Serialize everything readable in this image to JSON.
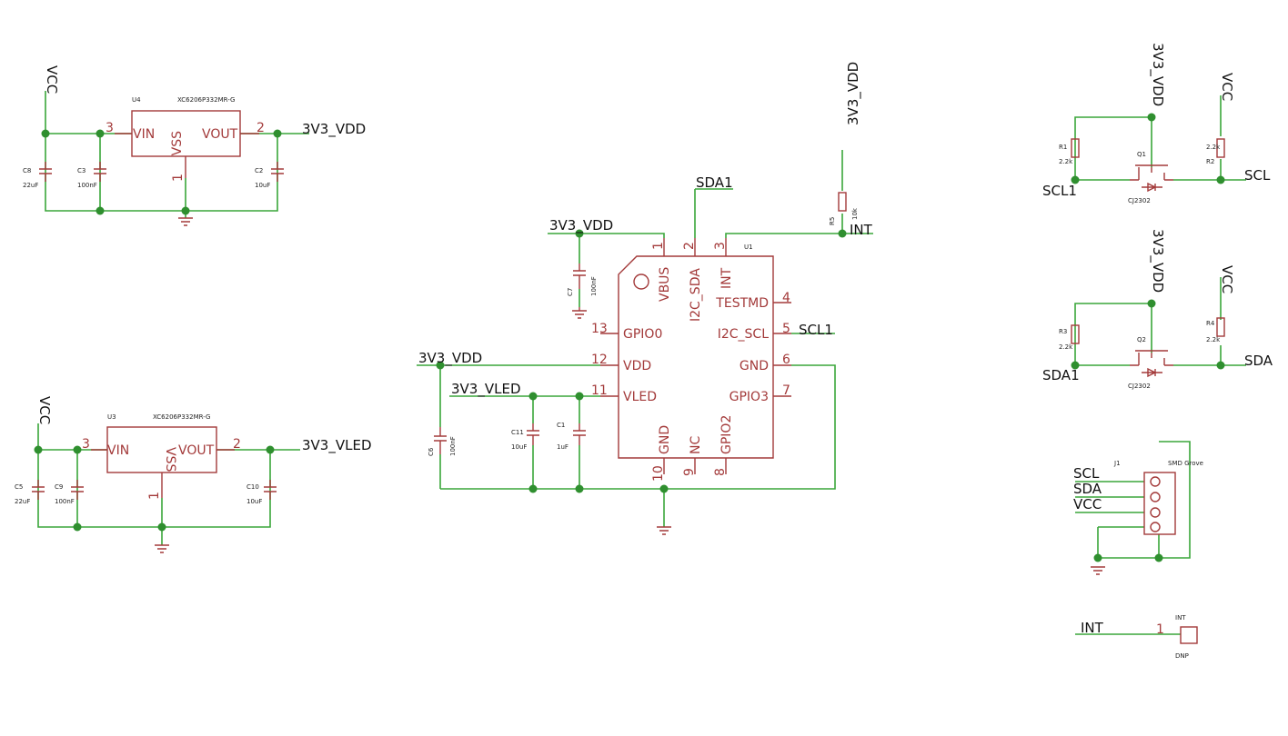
{
  "regulator_vdd": {
    "ref": "U4",
    "part": "XC6206P332MR-G",
    "pin_vin": "VIN",
    "pin_vout": "VOUT",
    "pin_vss": "VSS",
    "num_vin": "3",
    "num_vout": "2",
    "num_vss": "1",
    "net_in": "VCC",
    "net_out": "3V3_VDD",
    "c_in_ref": "C8",
    "c_in_val": "22uF",
    "c_mid_ref": "C3",
    "c_mid_val": "100nF",
    "c_out_ref": "C2",
    "c_out_val": "10uF"
  },
  "regulator_vled": {
    "ref": "U3",
    "part": "XC6206P332MR-G",
    "pin_vin": "VIN",
    "pin_vout": "VOUT",
    "pin_vss": "VSS",
    "num_vin": "3",
    "num_vout": "2",
    "num_vss": "1",
    "net_in": "VCC",
    "net_out": "3V3_VLED",
    "c_in_ref": "C5",
    "c_in_val": "22uF",
    "c_mid_ref": "C9",
    "c_mid_val": "100nF",
    "c_out_ref": "C10",
    "c_out_val": "10uF"
  },
  "sensor": {
    "ref": "U1",
    "pins": {
      "vbus": "VBUS",
      "i2c_sda": "I2C_SDA",
      "int": "INT",
      "testmd": "TESTMD",
      "i2c_scl": "I2C_SCL",
      "gnd_r": "GND",
      "gpio3": "GPIO3",
      "gpio0": "GPIO0",
      "vdd": "VDD",
      "vled": "VLED",
      "gnd_b": "GND",
      "nc": "NC",
      "gpio2": "GPIO2"
    },
    "nums": {
      "n1": "1",
      "n2": "2",
      "n3": "3",
      "n4": "4",
      "n5": "5",
      "n6": "6",
      "n7": "7",
      "n8": "8",
      "n9": "9",
      "n10": "10",
      "n11": "11",
      "n12": "12",
      "n13": "13"
    },
    "nets": {
      "sda1": "SDA1",
      "vdd_top": "3V3_VDD",
      "int_vdd": "3V3_VDD",
      "int": "INT",
      "scl1": "SCL1",
      "vdd_left": "3V3_VDD",
      "vled": "3V3_VLED"
    },
    "c7_ref": "C7",
    "c7_val": "100nF",
    "c6_ref": "C6",
    "c6_val": "100nF",
    "c11_ref": "C11",
    "c11_val": "10uF",
    "c1_ref": "C1",
    "c1_val": "1uF",
    "r5_ref": "R5",
    "r5_val": "10k"
  },
  "level_shift_scl": {
    "net_vdd": "3V3_VDD",
    "net_vcc": "VCC",
    "net_low": "SCL1",
    "net_high": "SCL",
    "r_low_ref": "R1",
    "r_low_val": "2.2k",
    "r_high_ref": "R2",
    "r_high_val": "2.2k",
    "q_ref": "Q1",
    "q_part": "CJ2302"
  },
  "level_shift_sda": {
    "net_vdd": "3V3_VDD",
    "net_vcc": "VCC",
    "net_low": "SDA1",
    "net_high": "SDA",
    "r_low_ref": "R3",
    "r_low_val": "2.2k",
    "r_high_ref": "R4",
    "r_high_val": "2.2k",
    "q_ref": "Q2",
    "q_part": "CJ2302"
  },
  "connector": {
    "ref": "J1",
    "part": "SMD Grove",
    "nets": [
      "SCL",
      "SDA",
      "VCC"
    ]
  },
  "test_pad": {
    "net": "INT",
    "pin": "1",
    "label": "INT",
    "value": "DNP"
  },
  "colors": {
    "wire": "#3aa63a",
    "part": "#a33a3a",
    "junction": "#2f8f2f",
    "text": "#111111"
  }
}
